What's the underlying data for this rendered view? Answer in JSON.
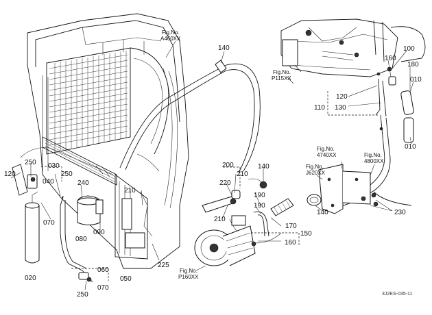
{
  "figure_refs": {
    "a460": {
      "label": "Fig.No.",
      "code": "A460XX"
    },
    "p115": {
      "label": "Fig.No.",
      "code": "P115XX"
    },
    "k4740": {
      "label": "Fig.No.",
      "code": "4740XX"
    },
    "k4800": {
      "label": "Fig.No.",
      "code": "4800XX"
    },
    "j620": {
      "label": "Fig.No.",
      "code": "J620XX"
    },
    "p160": {
      "label": "Fig.No.",
      "code": "P160XX"
    }
  },
  "callouts": {
    "c140_top": "140",
    "c100": "100",
    "c160_top": "160",
    "c180": "180",
    "c010_a": "010",
    "c010_b": "010",
    "c120_r": "120",
    "c130": "130",
    "c110": "110",
    "c250_a": "250",
    "c030": "030",
    "c120_l": "120",
    "c040": "040",
    "c250_b": "250",
    "c240": "240",
    "c210_a": "210",
    "c070_a": "070",
    "c080": "080",
    "c090": "090",
    "c020": "020",
    "c060": "060",
    "c050": "050",
    "c070_b": "070",
    "c250_c": "250",
    "c225": "225",
    "c200": "200",
    "c210_b": "210",
    "c220": "220",
    "c140_m": "140",
    "c190_a": "190",
    "c190_b": "190",
    "c210_c": "210",
    "c170": "170",
    "c150": "150",
    "c160_b": "160",
    "c140_b": "140",
    "c230": "230"
  },
  "doc_code": "3J2ES-035-11"
}
